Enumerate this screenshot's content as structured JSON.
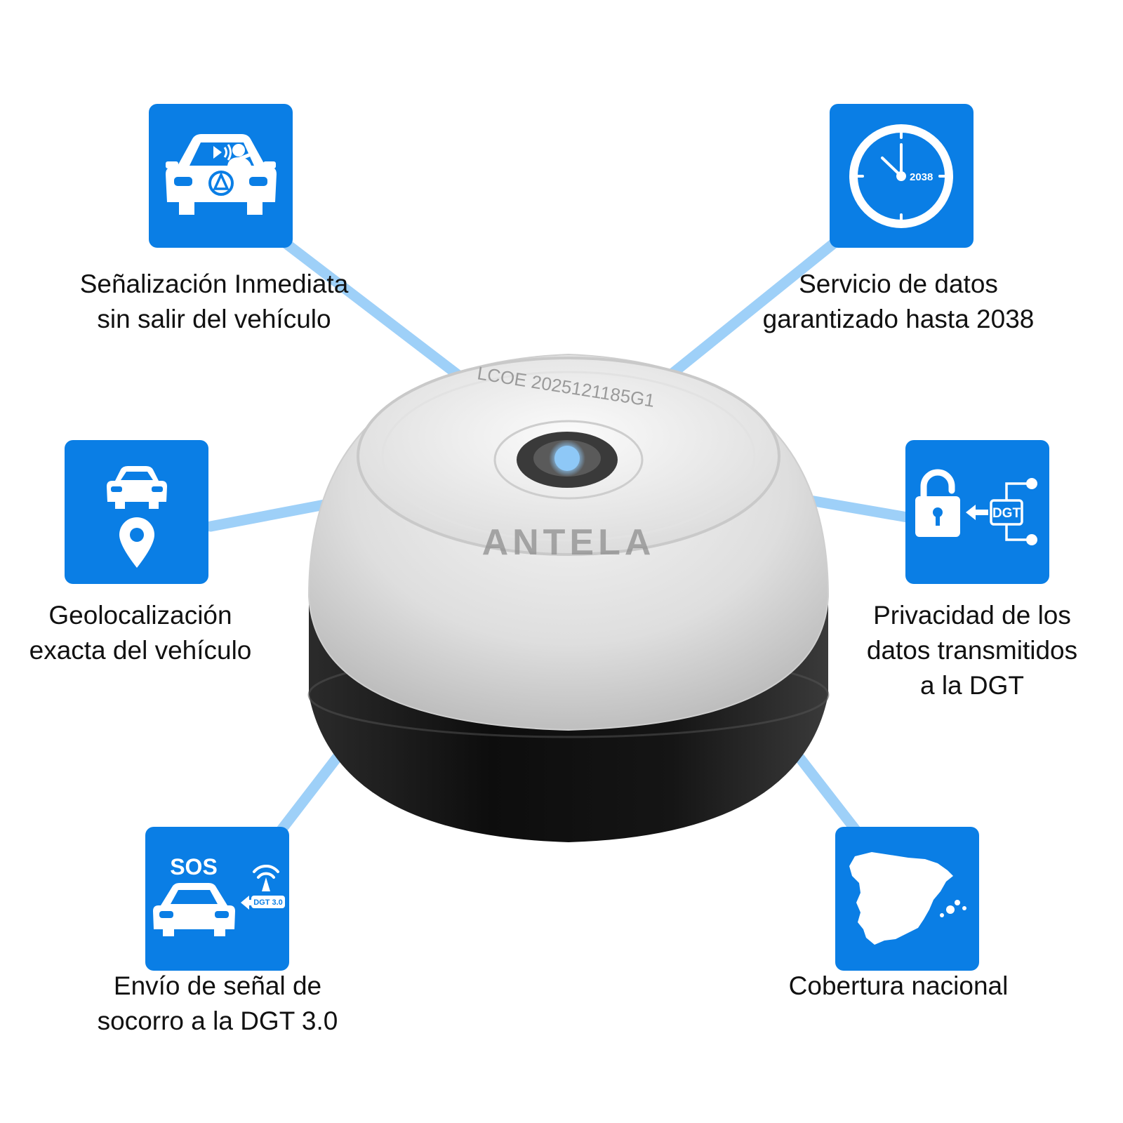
{
  "colors": {
    "tile_blue": "#0a7ee5",
    "ray_blue": "#8ec8f7",
    "icon_white": "#ffffff"
  },
  "device": {
    "engraving": "LCOE 2025121185G1",
    "brand": "ANTELA"
  },
  "features": [
    {
      "icon": "car-driver-signal-icon",
      "lines": [
        "Señalización Inmediata",
        "sin salir del vehículo"
      ]
    },
    {
      "icon": "clock-2038-icon",
      "clock_text": "2038",
      "lines": [
        "Servicio de datos",
        "garantizado hasta 2038"
      ]
    },
    {
      "icon": "car-location-pin-icon",
      "lines": [
        "Geolocalización",
        "exacta del vehículo"
      ]
    },
    {
      "icon": "padlock-dgt-network-icon",
      "badge_text": "DGT",
      "lines": [
        "Privacidad de los",
        "datos transmitidos",
        "a la DGT"
      ]
    },
    {
      "icon": "sos-car-signal-icon",
      "sos_text": "SOS",
      "badge_text": "DGT 3.0",
      "lines": [
        "Envío de señal de",
        "socorro a la DGT 3.0"
      ]
    },
    {
      "icon": "spain-map-icon",
      "lines": [
        "Cobertura nacional"
      ]
    }
  ]
}
